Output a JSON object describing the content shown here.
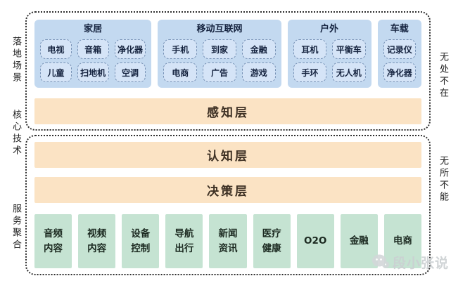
{
  "left_labels": [
    {
      "id": "landing-scenarios",
      "text": "落地场景"
    },
    {
      "id": "core-technology",
      "text": "核心技术"
    },
    {
      "id": "service-aggregation",
      "text": "服务聚合"
    }
  ],
  "right_labels": [
    {
      "id": "ubiquitous",
      "text": "无处不在"
    },
    {
      "id": "omnipotent",
      "text": "无所不能"
    }
  ],
  "scenarios": [
    {
      "id": "home",
      "title": "家居",
      "rows": [
        [
          "电视",
          "音箱",
          "净化器"
        ],
        [
          "儿童",
          "扫地机",
          "空调"
        ]
      ]
    },
    {
      "id": "mobile-internet",
      "title": "移动互联网",
      "rows": [
        [
          "手机",
          "到家",
          "金融"
        ],
        [
          "电商",
          "广告",
          "游戏"
        ]
      ]
    },
    {
      "id": "outdoor",
      "title": "户外",
      "rows": [
        [
          "耳机",
          "平衡车"
        ],
        [
          "手环",
          "无人机"
        ]
      ]
    },
    {
      "id": "in-vehicle",
      "title": "车载",
      "rows": [
        [
          "记录仪"
        ],
        [
          "净化器"
        ]
      ]
    }
  ],
  "layers": [
    {
      "id": "perception",
      "label": "感知层"
    },
    {
      "id": "cognition",
      "label": "认知层"
    },
    {
      "id": "decision",
      "label": "决策层"
    }
  ],
  "services": [
    {
      "id": "audio-content",
      "lines": [
        "音频",
        "内容"
      ]
    },
    {
      "id": "video-content",
      "lines": [
        "视频",
        "内容"
      ]
    },
    {
      "id": "device-control",
      "lines": [
        "设备",
        "控制"
      ]
    },
    {
      "id": "navigation-travel",
      "lines": [
        "导航",
        "出行"
      ]
    },
    {
      "id": "news-info",
      "lines": [
        "新闻",
        "资讯"
      ]
    },
    {
      "id": "medical-health",
      "lines": [
        "医疗",
        "健康"
      ]
    },
    {
      "id": "o2o",
      "lines": [
        "O2O"
      ]
    },
    {
      "id": "finance",
      "lines": [
        "金融"
      ]
    },
    {
      "id": "ecommerce",
      "lines": [
        "电商"
      ]
    }
  ],
  "watermark": {
    "text": "段小张说"
  },
  "colors": {
    "section_blue": "#c3d9f0",
    "chip_blue": "#d5e4f7",
    "chip_border": "#7691b5",
    "layer_orange": "#fbe3c4",
    "service_green": "#c5e3d2",
    "dash_border": "#2e2e2e",
    "watermark_gray": "#cbd0d2"
  }
}
